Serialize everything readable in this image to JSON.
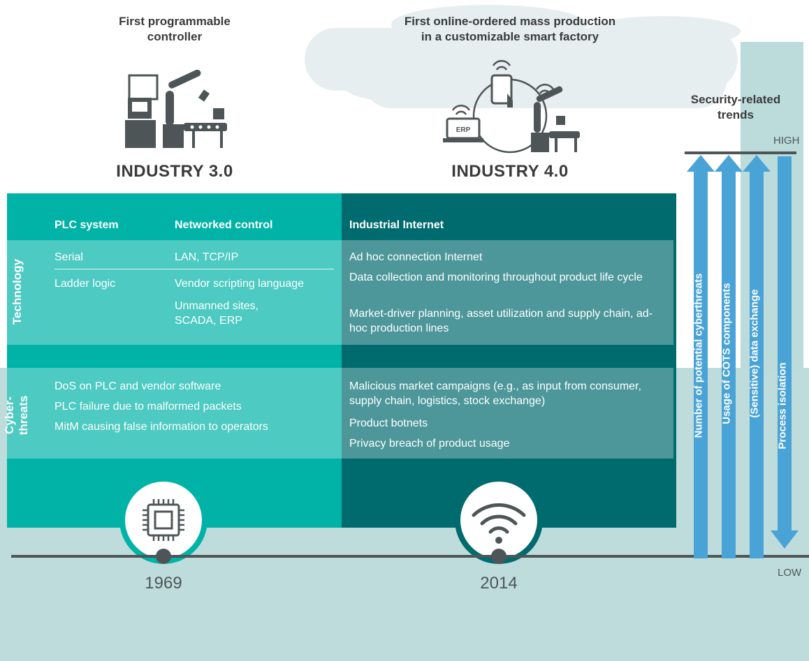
{
  "industry3": {
    "milestone": "First programmable controller",
    "milestone_lines": [
      "First programmable",
      "controller"
    ],
    "title": "INDUSTRY 3.0",
    "year": "1969",
    "icon": "microchip-icon"
  },
  "industry4": {
    "milestone_lines": [
      "First online-ordered mass production",
      "in a customizable smart factory"
    ],
    "title": "INDUSTRY 4.0",
    "year": "2014",
    "icon": "wifi-icon",
    "erp_label": "ERP"
  },
  "columns": {
    "plc": "PLC system",
    "networked": "Networked control",
    "industrial": "Industrial Internet"
  },
  "technology": {
    "row_title": "Technology",
    "plc": [
      "Serial",
      "Ladder logic"
    ],
    "networked": [
      "LAN, TCP/IP",
      "Vendor scripting language",
      "Unmanned sites, SCADA, ERP"
    ],
    "industrial": [
      "Ad hoc connection Internet",
      "Data collection and monitoring throughout product life cycle",
      "Market-driver planning, asset utilization and supply chain, ad-hoc production lines"
    ]
  },
  "cyberthreats": {
    "row_title_lines": [
      "Cyber-",
      "threats"
    ],
    "industry3": [
      "DoS on PLC and vendor software",
      "PLC failure due to malformed packets",
      "MitM causing false information to operators"
    ],
    "industry4": [
      "Malicious market campaigns (e.g., as input from consumer, supply chain, logistics, stock exchange)",
      "Product botnets",
      "Privacy breach of product usage"
    ]
  },
  "trends": {
    "title_lines": [
      "Security-related",
      "trends"
    ],
    "high": "HIGH",
    "low": "LOW",
    "arrows": [
      {
        "label": "Number of potential cyberthreats",
        "direction": "up"
      },
      {
        "label": "Usage of COTS components",
        "direction": "up"
      },
      {
        "label": "(Sensitive) data exchange",
        "direction": "up"
      },
      {
        "label": "Process isolation",
        "direction": "down"
      }
    ]
  },
  "colors": {
    "industry3": "#00b3a6",
    "industry4": "#006b6f",
    "background": "#bfdcdc",
    "arrow": "#4aa3d6",
    "timeline": "#4d5556"
  }
}
